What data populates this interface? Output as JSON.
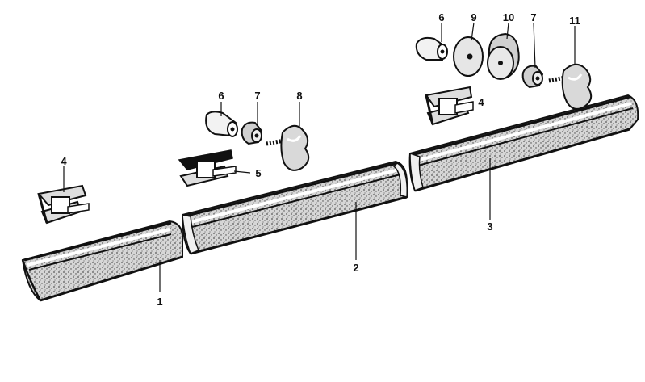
{
  "colors": {
    "ink": "#111111",
    "paper": "#ffffff",
    "metal": "#e4e4e4",
    "stipple": "#6a6a6a"
  },
  "callouts": {
    "c1": "1",
    "c2": "2",
    "c3": "3",
    "c4a": "4",
    "c4b": "4",
    "c5": "5",
    "c6a": "6",
    "c6b": "6",
    "c7a": "7",
    "c7b": "7",
    "c8": "8",
    "c9": "9",
    "c10": "10",
    "c11": "11"
  }
}
